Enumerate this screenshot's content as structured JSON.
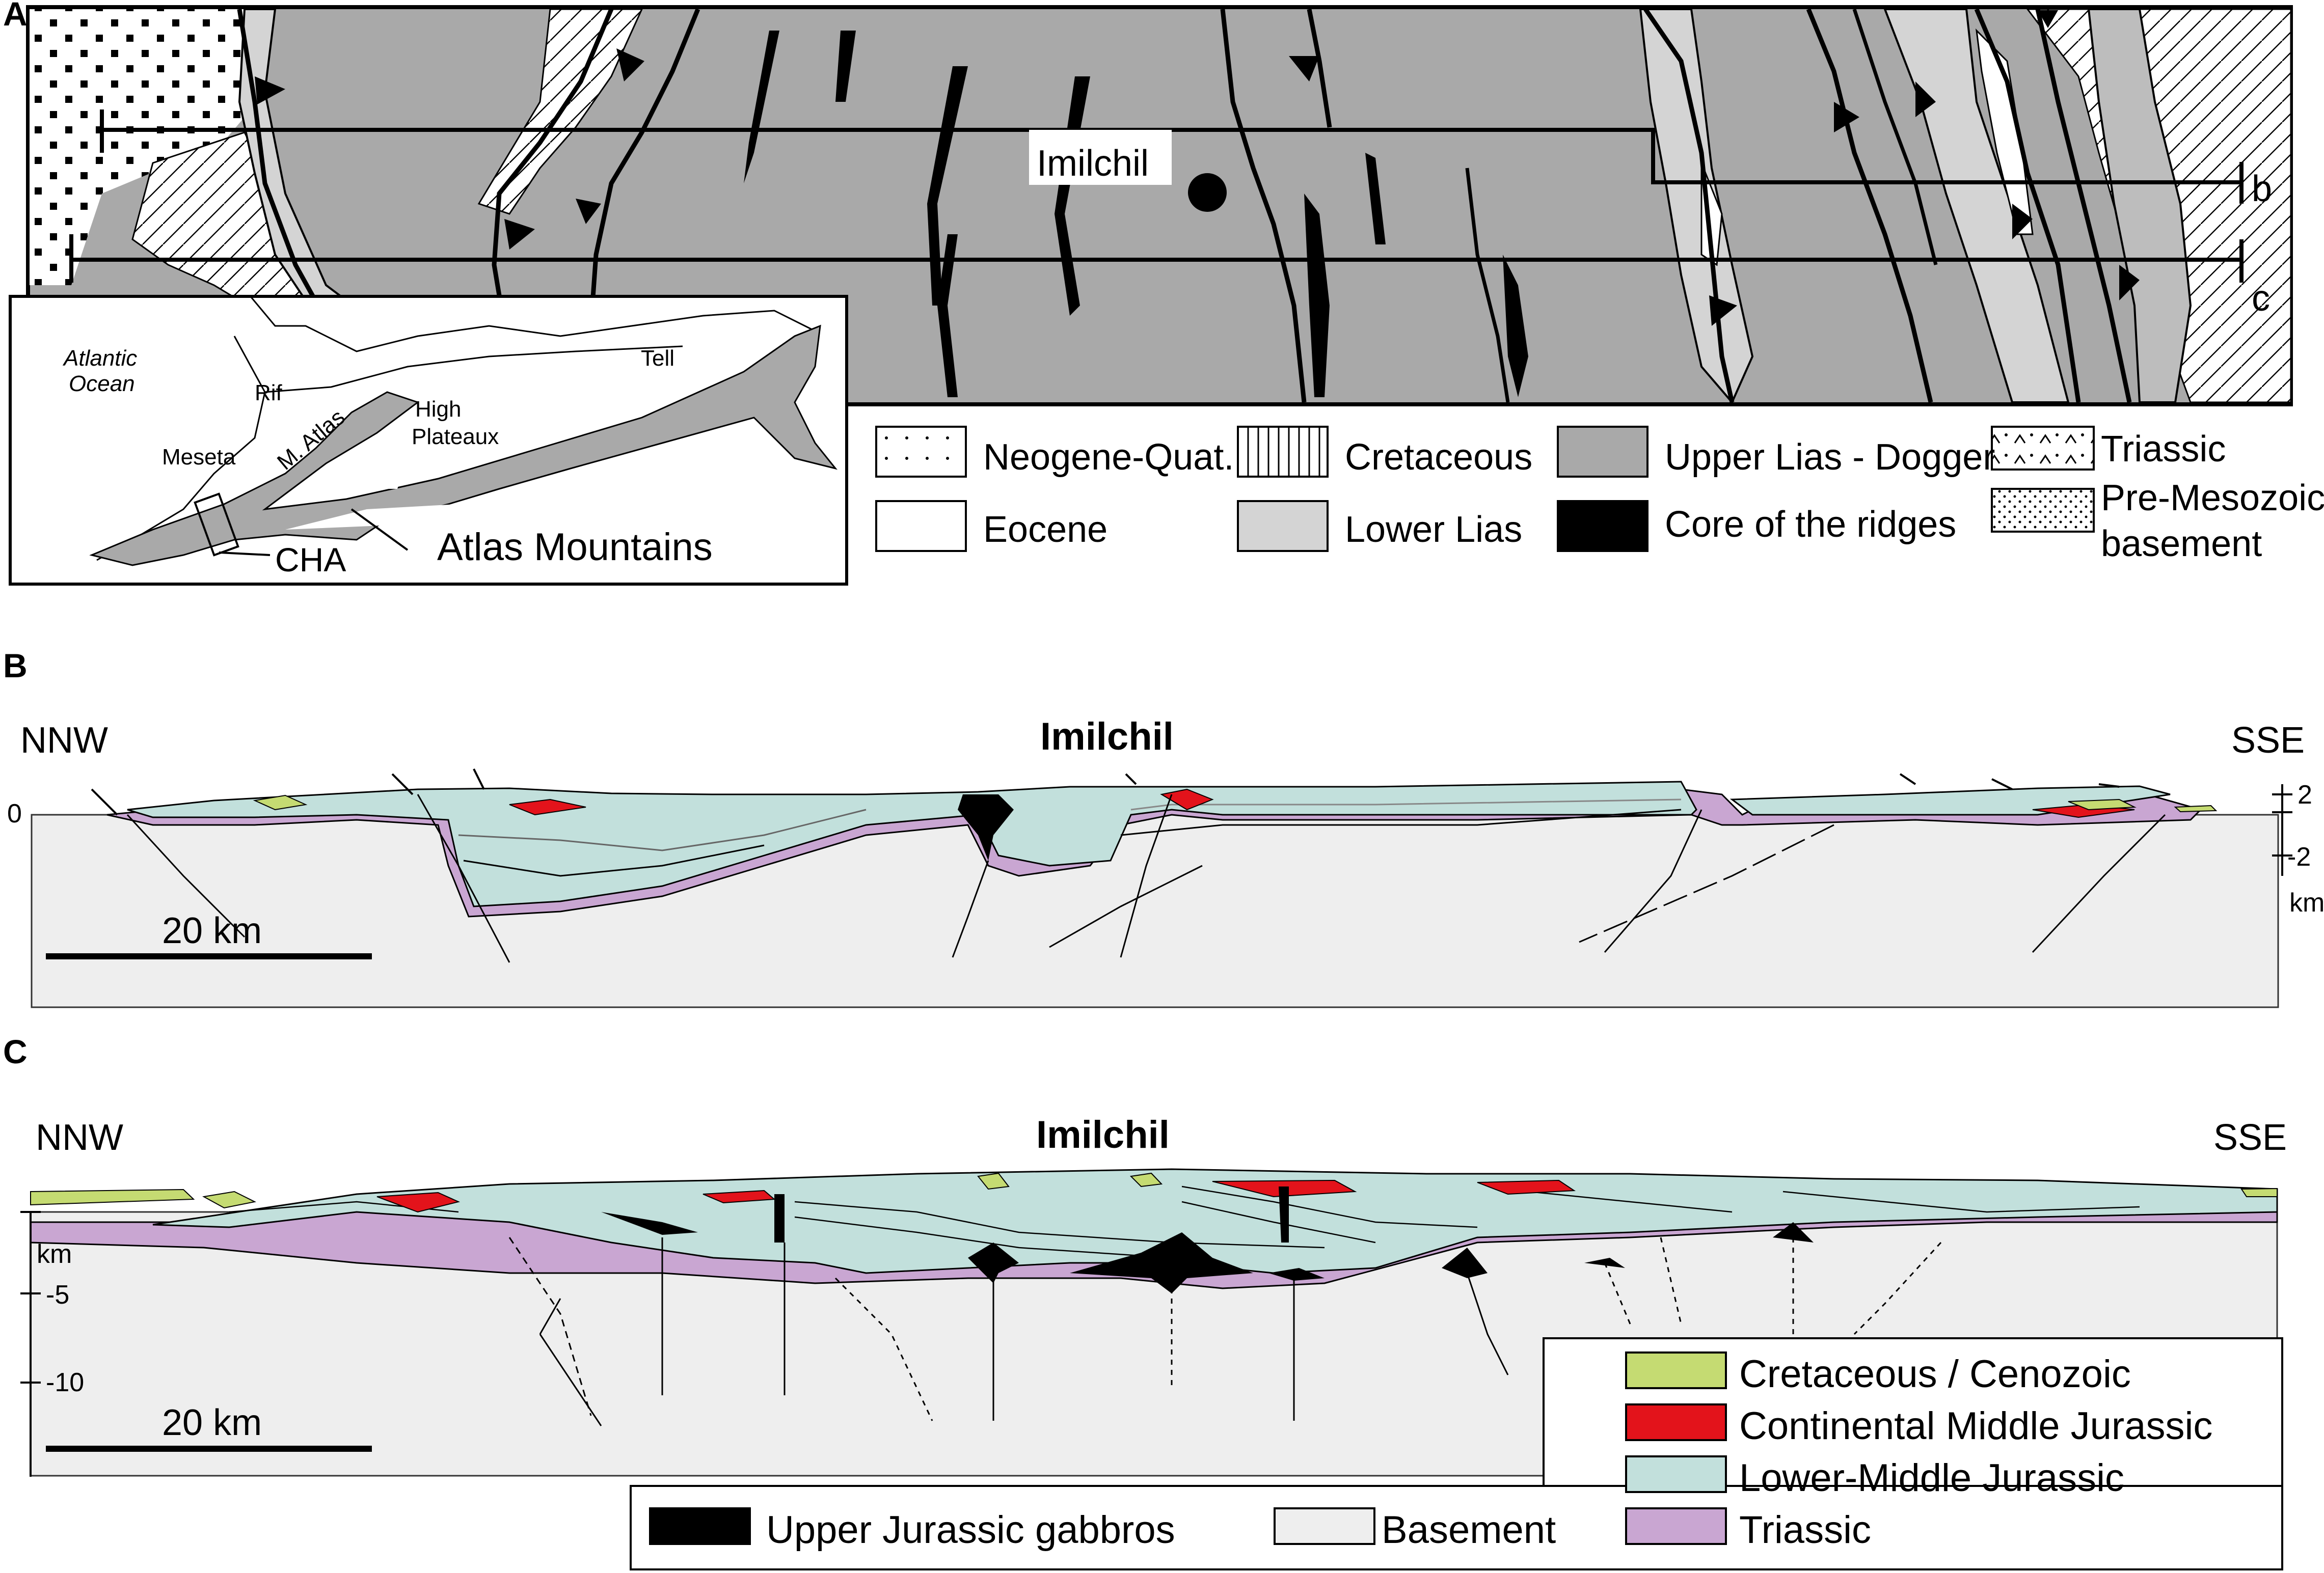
{
  "panels": {
    "a": {
      "letter": "A",
      "town": "Imilchil",
      "section_ends": [
        "b",
        "c"
      ],
      "legend": [
        {
          "label": "Neogene-Quat.",
          "pattern": "dots-sparse"
        },
        {
          "label": "Eocene",
          "pattern": "white"
        },
        {
          "label": "Cretaceous",
          "pattern": "vertical-lines"
        },
        {
          "label": "Lower Lias",
          "pattern": "light-gray"
        },
        {
          "label": "Upper Lias - Dogger",
          "pattern": "mid-gray"
        },
        {
          "label": "Core of the ridges",
          "pattern": "black"
        },
        {
          "label": "Triassic",
          "pattern": "hatched-v"
        },
        {
          "label": "Pre-Mesozoic",
          "pattern": "dense-dots"
        },
        {
          "label": "basement",
          "pattern": "dense-dots"
        }
      ],
      "inset": {
        "ocean_line1": "Atlantic",
        "ocean_line2": "Ocean",
        "rif": "Rif",
        "tell": "Tell",
        "meseta": "Meseta",
        "m_atlas": "M. Atlas",
        "high_plateaux_1": "High",
        "high_plateaux_2": "Plateaux",
        "cha": "CHA",
        "atlas_mountains": "Atlas Mountains"
      }
    },
    "b": {
      "letter": "B",
      "left_dir": "NNW",
      "right_dir": "SSE",
      "town": "Imilchil",
      "ticks": [
        "2",
        "0",
        "-2",
        "km"
      ],
      "left_zero": "0",
      "scale": "20 km"
    },
    "c": {
      "letter": "C",
      "left_dir": "NNW",
      "right_dir": "SSE",
      "town": "Imilchil",
      "ticks": [
        "km",
        "-5",
        "-10"
      ],
      "scale": "20 km",
      "legend": [
        {
          "label": "Cretaceous / Cenozoic",
          "color": "#c5db72"
        },
        {
          "label": "Continental Middle Jurassic",
          "color": "#e3131b"
        },
        {
          "label": "Lower-Middle Jurassic",
          "color": "#c2e0dc"
        },
        {
          "label": "Triassic",
          "color": "#c9a6d2"
        },
        {
          "label": "Upper Jurassic gabbros",
          "color": "#000000"
        },
        {
          "label": "Basement",
          "color": "#eeeeee"
        }
      ]
    }
  },
  "colors": {
    "upper_lias": "#a9a9a9",
    "lower_lias": "#d4d4d4",
    "jurassic": "#c2e0dc",
    "triassic": "#c9a6d2",
    "cretaceous": "#c5db72",
    "continental": "#e3131b",
    "basement": "#eeeeee"
  }
}
